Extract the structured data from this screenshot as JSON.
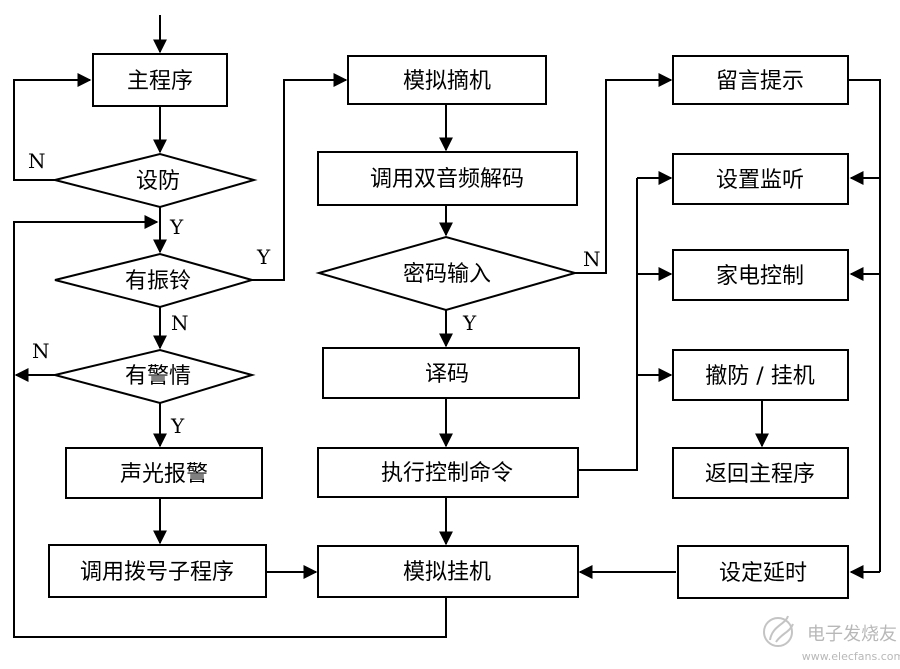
{
  "nodes": {
    "main_program": "主程序",
    "arm": "设防",
    "ring": "有振铃",
    "alarm": "有警情",
    "sound_light": "声光报警",
    "dial_sub": "调用拨号子程序",
    "sim_offhook": "模拟摘机",
    "dtmf_decode": "调用双音频解码",
    "password": "密码输入",
    "decode": "译码",
    "exec_cmd": "执行控制命令",
    "sim_hangup": "模拟挂机",
    "message": "留言提示",
    "monitor": "设置监听",
    "appliance": "家电控制",
    "disarm": "撤防 / 挂机",
    "return_main": "返回主程序",
    "set_delay": "设定延时"
  },
  "edge_labels": {
    "arm_no": "N",
    "arm_yes": "Y",
    "ring_yes": "Y",
    "ring_no": "N",
    "alarm_no": "N",
    "alarm_yes": "Y",
    "password_no": "N",
    "password_yes": "Y"
  },
  "watermark": {
    "text": "电子发烧友",
    "url": "www.elecfans.com"
  },
  "colors": {
    "stroke": "#000000",
    "background": "#ffffff",
    "watermark": "#b8b8b8"
  }
}
